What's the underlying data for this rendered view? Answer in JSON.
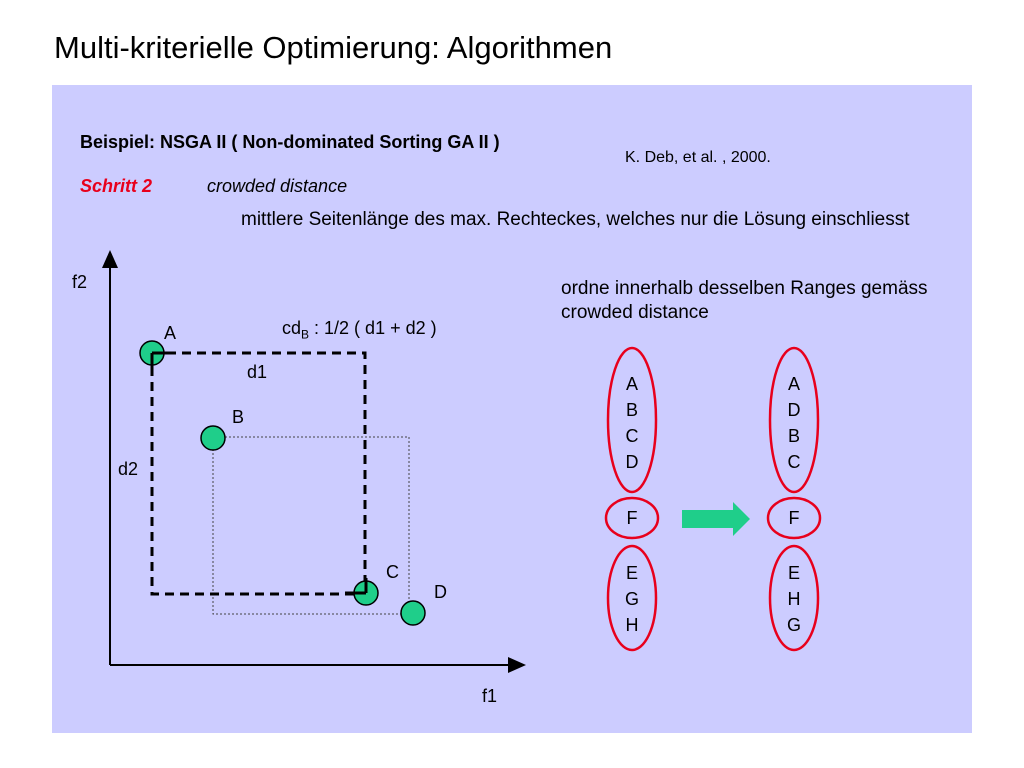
{
  "title": "Multi-kriterielle Optimierung: Algorithmen",
  "heading": "Beispiel: NSGA II ( Non-dominated Sorting GA II )",
  "reference": "K. Deb, et al. , 2000.",
  "step": {
    "label": "Schritt 2",
    "topic": "crowded distance",
    "description": "mittlere Seitenlänge des max. Rechteckes, welches nur die Lösung einschliesst"
  },
  "note": "ordne innerhalb desselben Ranges gemäss crowded distance",
  "axes": {
    "x": "f1",
    "y": "f2"
  },
  "formula": {
    "prefix": "cd",
    "sub": "B",
    "rest": " : 1/2 ( d1 + d2 )"
  },
  "distances": {
    "d1": "d1",
    "d2": "d2"
  },
  "points": {
    "A": "A",
    "B": "B",
    "C": "C",
    "D": "D"
  },
  "ranking_before": {
    "group1": [
      "A",
      "B",
      "C",
      "D"
    ],
    "group2": [
      "F"
    ],
    "group3": [
      "E",
      "G",
      "H"
    ]
  },
  "ranking_after": {
    "group1": [
      "A",
      "D",
      "B",
      "C"
    ],
    "group2": [
      "F"
    ],
    "group3": [
      "E",
      "H",
      "G"
    ]
  },
  "colors": {
    "panel": "#ccccff",
    "point": "#1fce8a",
    "oval": "#e8001c",
    "arrow": "#1fce8a",
    "step": "#e8001c"
  }
}
